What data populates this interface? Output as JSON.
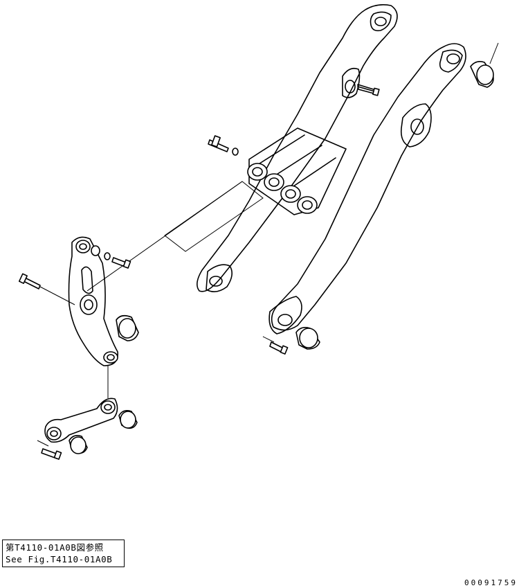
{
  "reference": {
    "line_jp": "第T4110-01A0B図参照",
    "line_en": "See Fig.T4110-01A0B"
  },
  "drawing_number": "00091759"
}
